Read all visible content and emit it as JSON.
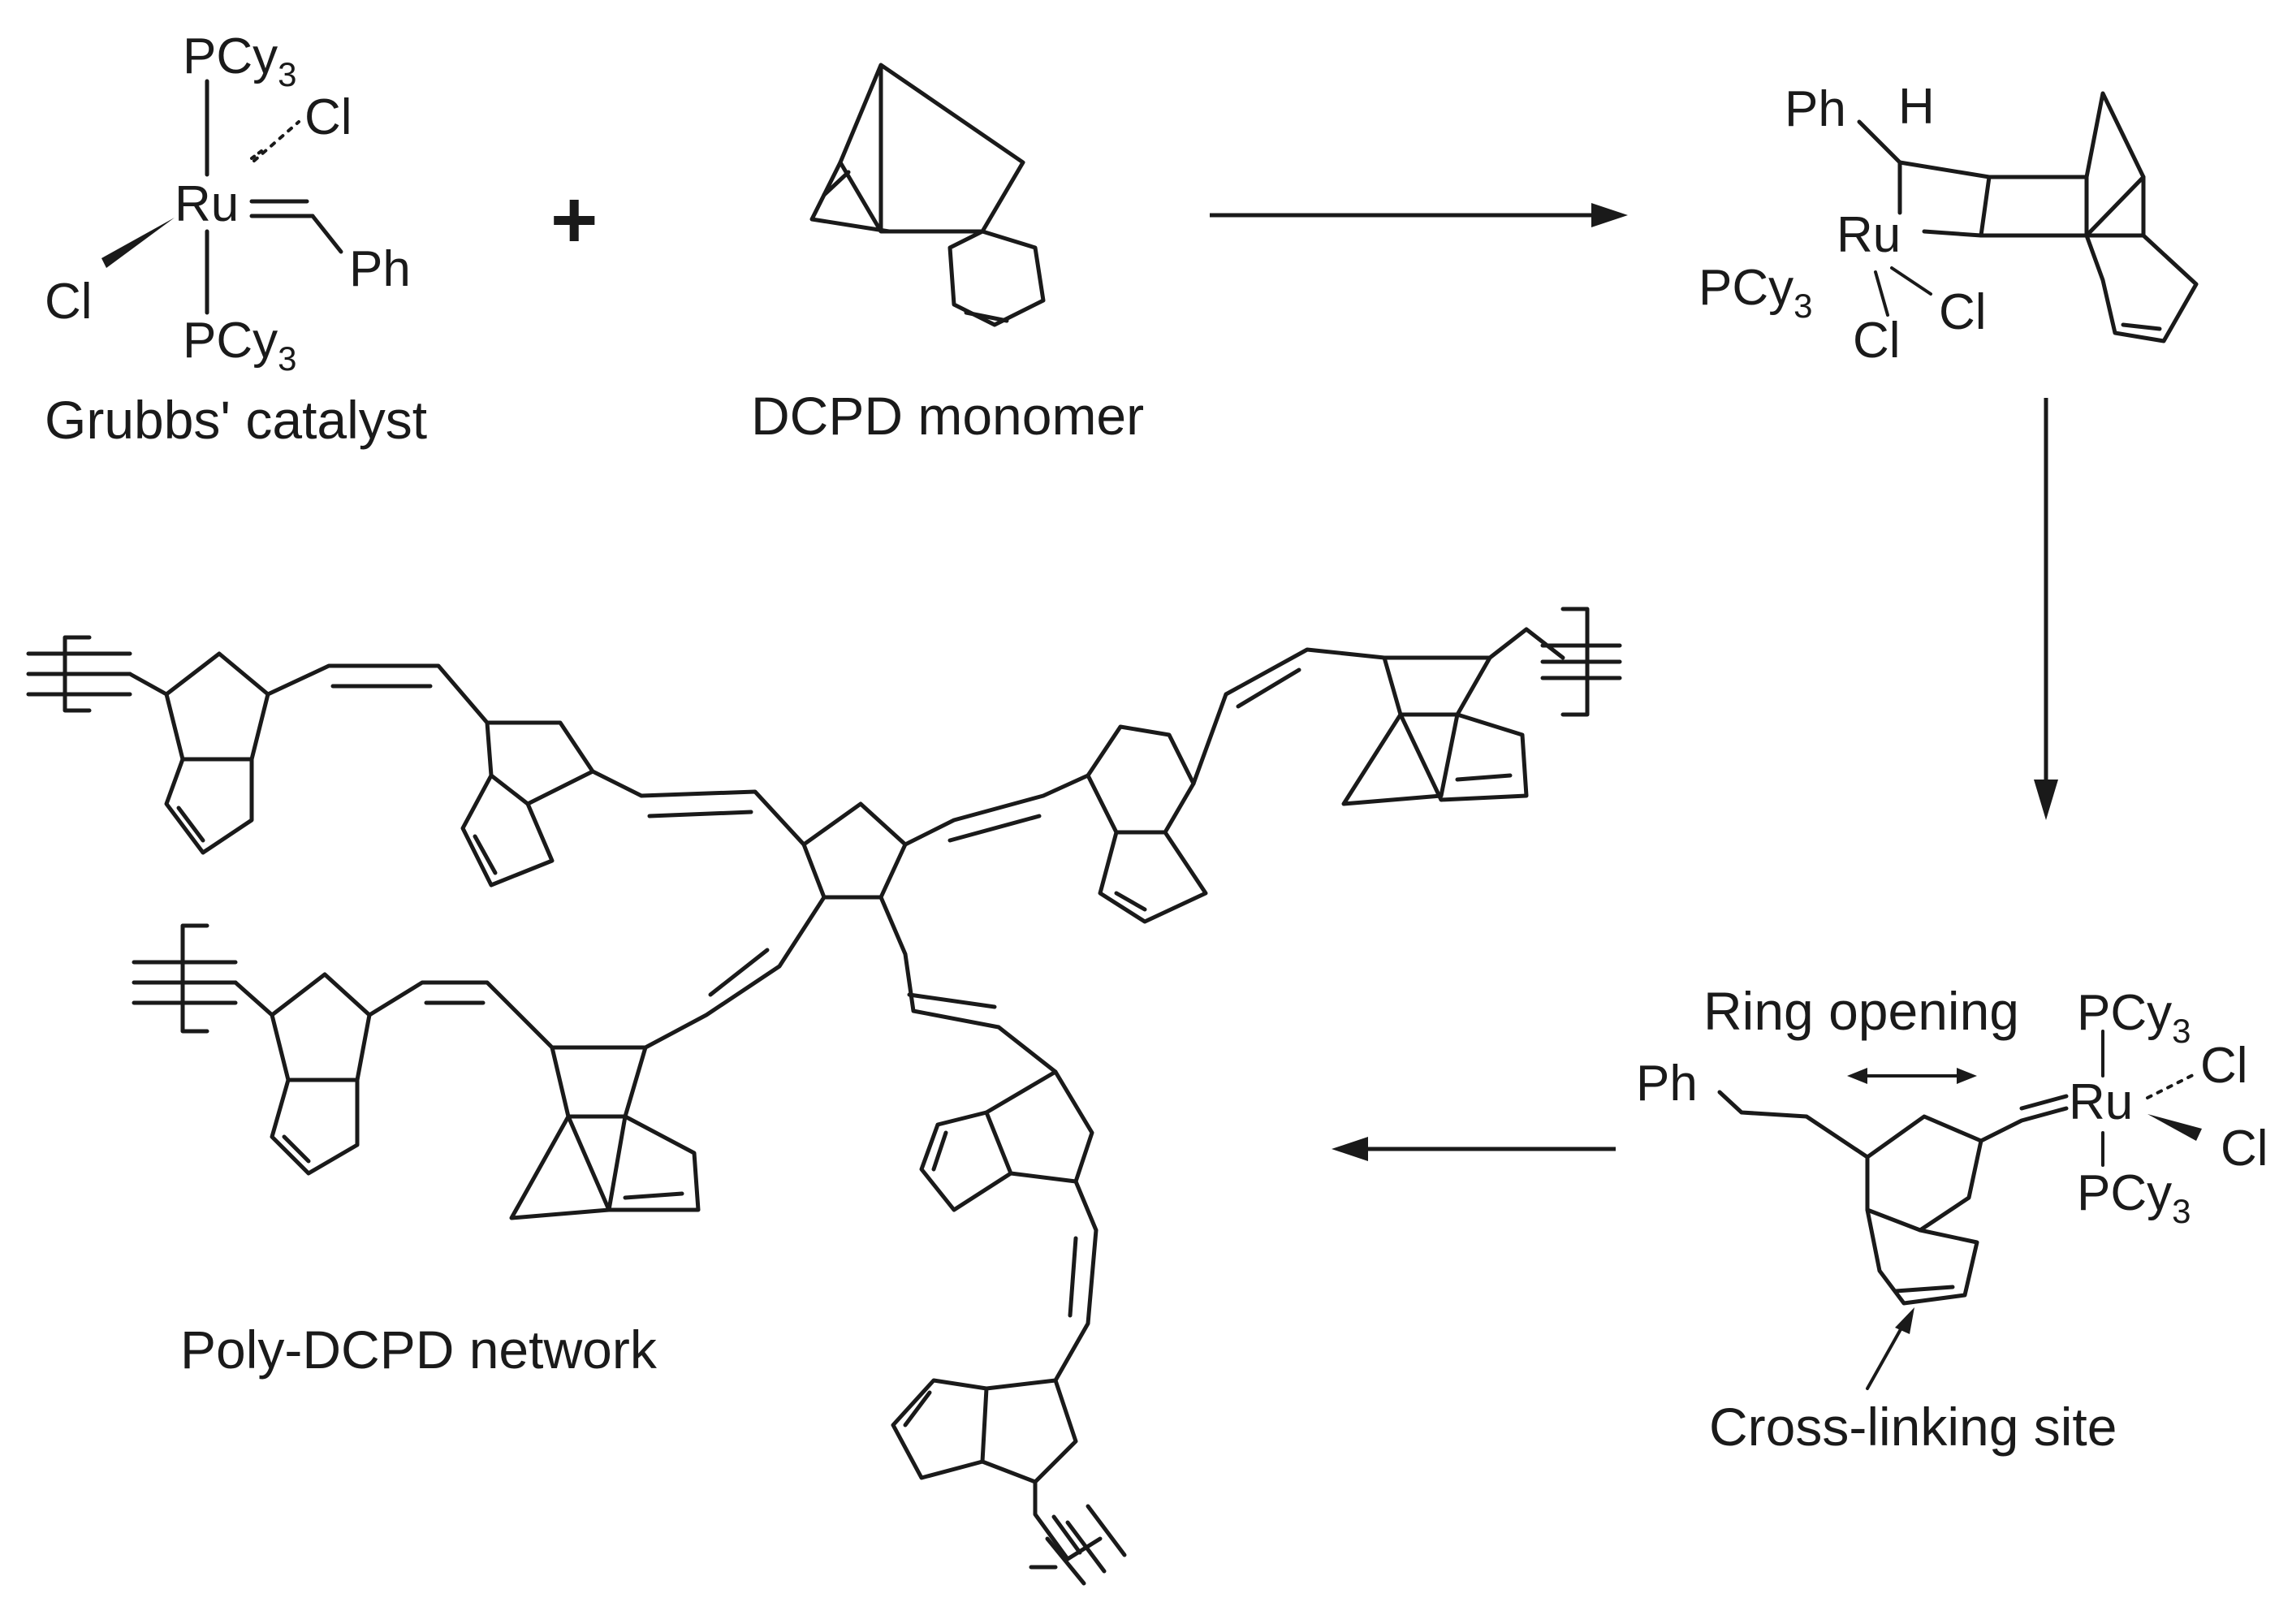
{
  "labels": {
    "grubbs_catalyst": "Grubbs' catalyst",
    "dcpd_monomer": "DCPD monomer",
    "plus": "+",
    "ring_opening": "Ring opening",
    "cross_linking_site": "Cross-linking site",
    "network": "Poly-DCPD network"
  },
  "atoms": {
    "pcy": "PCy",
    "sub3": "3",
    "ru": "Ru",
    "cl": "Cl",
    "ph": "Ph",
    "h": "H"
  },
  "colors": {
    "ink": "#1a1a1a",
    "background": "#ffffff"
  }
}
